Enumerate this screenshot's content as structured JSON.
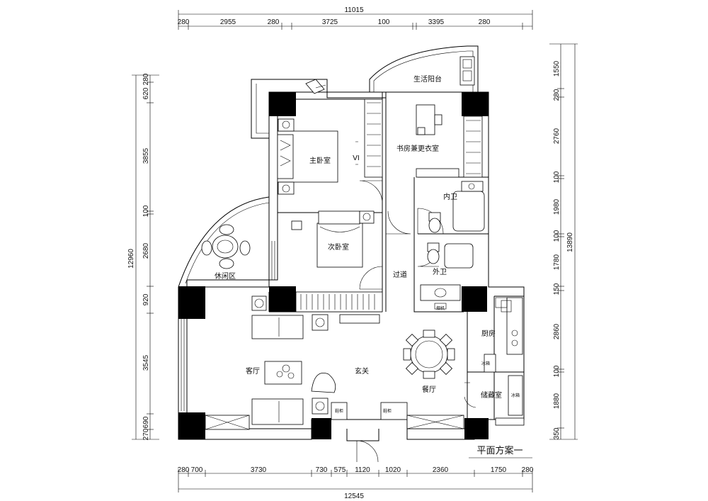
{
  "drawing": {
    "caption": "平面方案一",
    "rooms": {
      "living_balcony": "生活阳台",
      "study": "书房兼更衣室",
      "master_bedroom": "主卧室",
      "inner_bath": "内卫",
      "second_bedroom": "次卧室",
      "outer_bath": "外卫",
      "lounge": "休闲区",
      "corridor": "过道",
      "kitchen": "厨房",
      "living_room": "客厅",
      "foyer": "玄关",
      "dining": "餐厅",
      "storage": "储藏室",
      "fridge_1": "冰箱",
      "fridge_2": "冰箱",
      "shoe_1": "鞋柜",
      "shoe_2": "鞋柜",
      "hood": "烟机"
    },
    "wardrobe_mark": "VI",
    "dims": {
      "top_total": "11015",
      "top": [
        "280",
        "2955",
        "280",
        "3725",
        "100",
        "3395",
        "280"
      ],
      "bottom_total": "12545",
      "bottom": [
        "280",
        "700",
        "3730",
        "730",
        "575",
        "1120",
        "1020",
        "2360",
        "1750",
        "280"
      ],
      "left_total": "12960",
      "left": [
        "280",
        "620",
        "3855",
        "100",
        "2680",
        "920",
        "3545",
        "690",
        "270"
      ],
      "right_total": "13890",
      "right": [
        "1550",
        "280",
        "2760",
        "100",
        "1980",
        "100",
        "1780",
        "150",
        "2860",
        "100",
        "1880",
        "350"
      ]
    }
  }
}
